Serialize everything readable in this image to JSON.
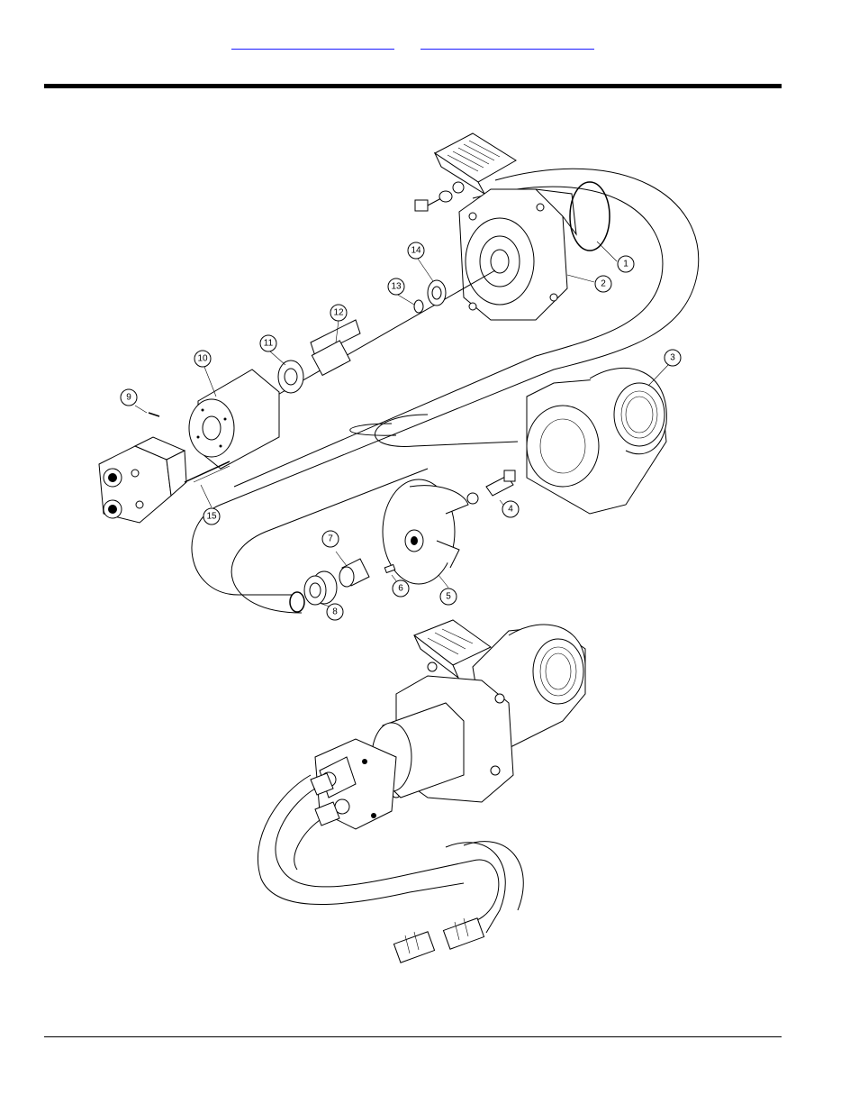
{
  "header": {
    "links": [
      {
        "label": ""
      },
      {
        "label": ""
      }
    ]
  },
  "diagram": {
    "callouts": [
      "1",
      "2",
      "3",
      "4",
      "5",
      "6",
      "7",
      "8",
      "9",
      "10",
      "11",
      "12",
      "13",
      "14",
      "15"
    ]
  }
}
